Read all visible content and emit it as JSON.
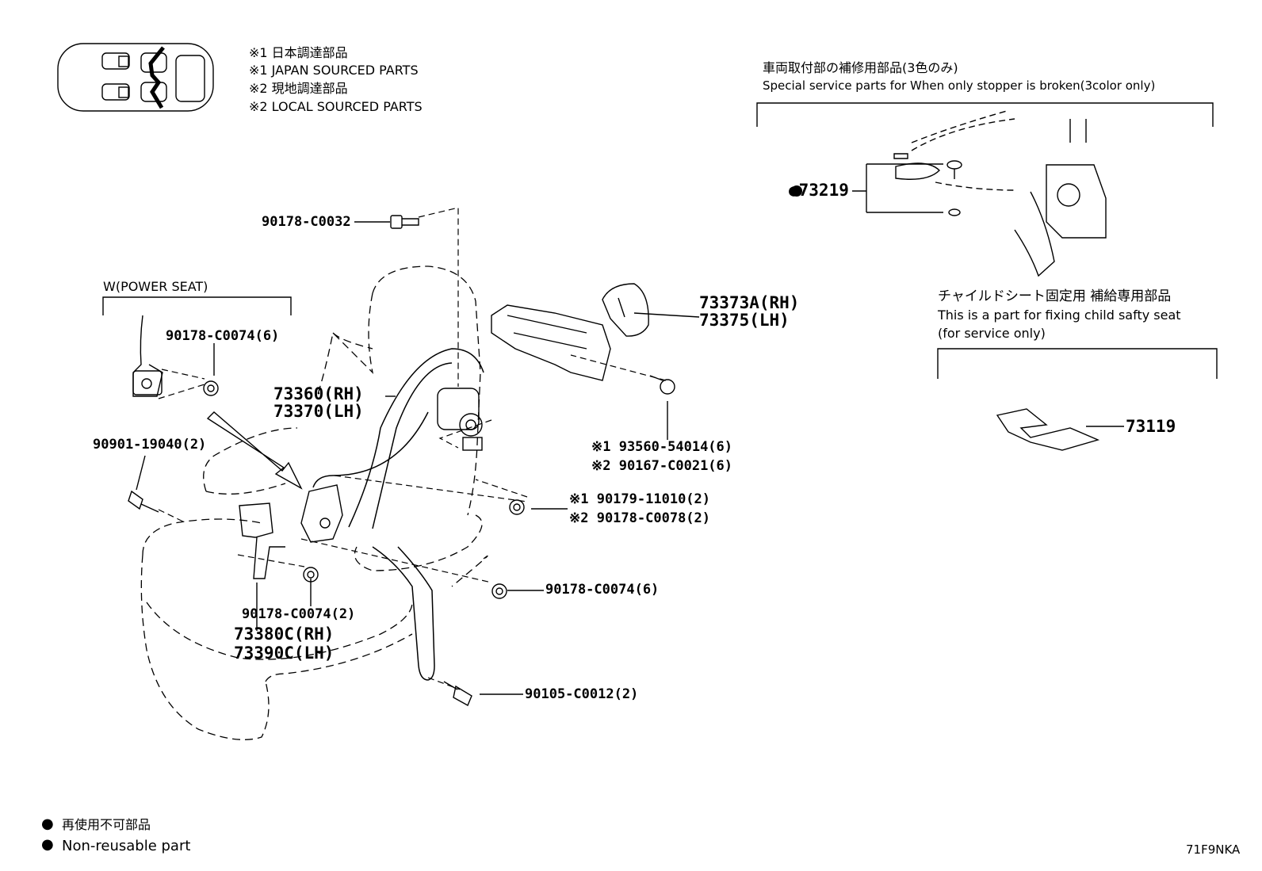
{
  "notes": [
    "※1 日本調達部品",
    "※1 JAPAN SOURCED PARTS",
    "※2 現地調達部品",
    "※2 LOCAL SOURCED PARTS"
  ],
  "service_box": {
    "title_jp": "車両取付部の補修用部品(3色のみ)",
    "title_en": "Special service parts for When only stopper is broken(3color only)",
    "part": "●73219"
  },
  "child_seat_box": {
    "title_jp": "チャイルドシート固定用 補給専用部品",
    "title_en_1": "This is a part for fixing child safty seat",
    "title_en_2": "(for service only)",
    "part": "73119"
  },
  "power_seat_label": "W(POWER SEAT)",
  "parts": {
    "p90178_C0032": "90178-C0032",
    "p90178_C0074_6a": "90178-C0074(6)",
    "p73360_rh": "73360(RH)",
    "p73370_lh": "73370(LH)",
    "p73373A_rh": "73373A(RH)",
    "p73375_lh": "73375(LH)",
    "p93560": "※1 93560-54014(6)",
    "p90167": "※2 90167-C0021(6)",
    "p90901": "90901-19040(2)",
    "p90179": "※1  90179-11010(2)",
    "p90178_C0078": "※2  90178-C0078(2)",
    "p90178_C0074_6b": "90178-C0074(6)",
    "p90178_C0074_2": "90178-C0074(2)",
    "p73380C_rh": "73380C(RH)",
    "p73390C_lh": "73390C(LH)",
    "p90105": "90105-C0012(2)"
  },
  "legend": {
    "jp": "再使用不可部品",
    "en": "Non-reusable part",
    "bullet": "●"
  },
  "code": "71F9NKA"
}
